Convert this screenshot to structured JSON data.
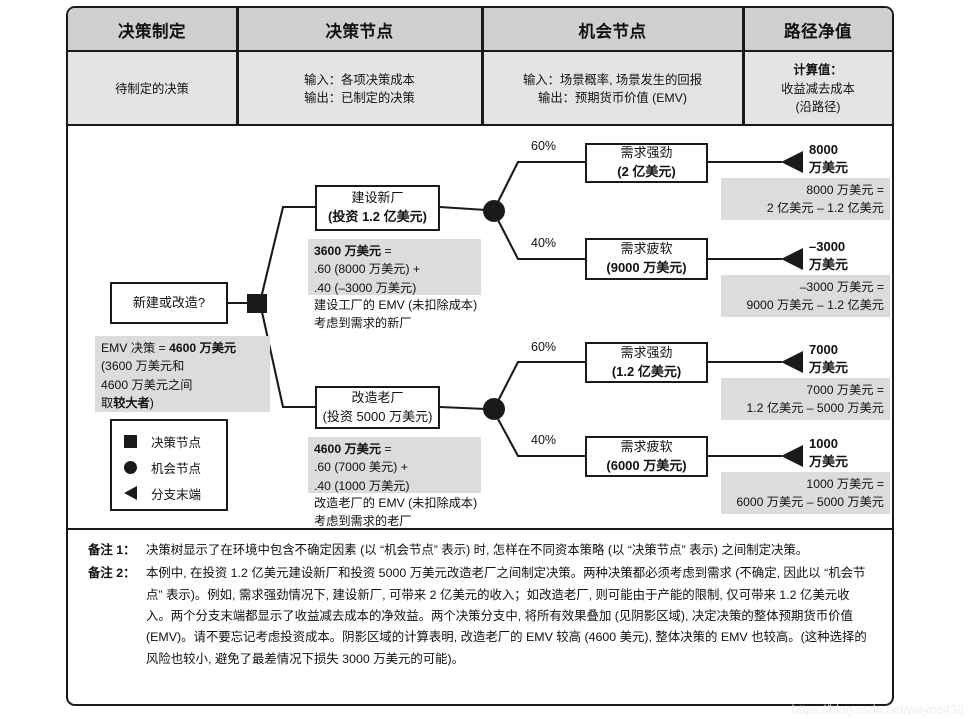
{
  "table": {
    "headers": [
      "决策制定",
      "决策节点",
      "机会节点",
      "路径净值"
    ],
    "subcells": [
      {
        "lines": [
          "待制定的决策"
        ]
      },
      {
        "lines": [
          "输入：各项决策成本",
          "输出：已制定的决策"
        ],
        "bold_prefix": [
          "输入：",
          "输出："
        ]
      },
      {
        "lines": [
          "输入：场景概率, 场景发生的回报",
          "输出：预期货币价值 (EMV)"
        ],
        "bold_prefix": [
          "输入：",
          "输出："
        ]
      },
      {
        "lines": [
          "计算值：",
          "收益减去成本",
          "(沿路径)"
        ]
      }
    ]
  },
  "tree": {
    "root": {
      "label": "新建或改造?"
    },
    "decision_branches": [
      {
        "title": "建设新厂",
        "subtitle": "(投资 1.2 亿美元)",
        "emv_bold": "3600 万美元",
        "emv_eq": " =",
        "emv_l2": ".60 (8000 万美元) +",
        "emv_l3": ".40 (–3000 万美元)",
        "note_l1": "建设工厂的 EMV (未扣除成本)",
        "note_l2": "考虑到需求的新厂"
      },
      {
        "title": "改造老厂",
        "subtitle": "(投资 5000 万美元)",
        "emv_bold": "4600 万美元",
        "emv_eq": " =",
        "emv_l2": ".60 (7000 美元) +",
        "emv_l3": ".40 (1000 万美元)",
        "note_l1": "改造老厂的 EMV (未扣除成本)",
        "note_l2": "考虑到需求的老厂"
      }
    ],
    "emv_decision": {
      "l1_pre": "EMV 决策 = ",
      "l1_bold": "4600 万美元",
      "l2": "(3600 万美元和",
      "l3": "4600 万美元之间",
      "l4_pre": "取",
      "l4_bold": "较大者",
      "l4_post": ")"
    },
    "outcomes": [
      {
        "probability": "60%",
        "title": "需求强劲",
        "subtitle": "(2 亿美元)",
        "terminal_l1": "8000",
        "terminal_l2": "万美元",
        "calc_l1": "8000 万美元 =",
        "calc_l2": "2 亿美元 – 1.2 亿美元"
      },
      {
        "probability": "40%",
        "title": "需求疲软",
        "subtitle": "(9000 万美元)",
        "terminal_l1": "–3000",
        "terminal_l2": "万美元",
        "calc_l1": "–3000 万美元 =",
        "calc_l2": "9000 万美元 – 1.2 亿美元"
      },
      {
        "probability": "60%",
        "title": "需求强劲",
        "subtitle": "(1.2 亿美元)",
        "terminal_l1": "7000",
        "terminal_l2": "万美元",
        "calc_l1": "7000 万美元 =",
        "calc_l2": "1.2 亿美元 – 5000 万美元"
      },
      {
        "probability": "40%",
        "title": "需求疲软",
        "subtitle": "(6000 万美元)",
        "terminal_l1": "1000",
        "terminal_l2": "万美元",
        "calc_l1": "1000 万美元 =",
        "calc_l2": "6000 万美元 – 5000 万美元"
      }
    ]
  },
  "legend": {
    "items": [
      {
        "glyph": "square",
        "label": "决策节点"
      },
      {
        "glyph": "circle",
        "label": "机会节点"
      },
      {
        "glyph": "triangle",
        "label": "分支末端"
      }
    ]
  },
  "notes": [
    {
      "label": "备注 1：",
      "text": "决策树显示了在环境中包含不确定因素 (以 “机会节点” 表示) 时, 怎样在不同资本策略 (以 “决策节点” 表示) 之间制定决策。"
    },
    {
      "label": "备注 2：",
      "text": "本例中, 在投资 1.2 亿美元建设新厂和投资 5000 万美元改造老厂之间制定决策。两种决策都必须考虑到需求 (不确定, 因此以 “机会节点” 表示)。例如, 需求强劲情况下, 建设新厂, 可带来 2 亿美元的收入；如改造老厂, 则可能由于产能的限制, 仅可带来 1.2 亿美元收入。两个分支末端都显示了收益减去成本的净效益。两个决策分支中, 将所有效果叠加 (见阴影区域), 决定决策的整体预期货币价值 (EMV)。请不要忘记考虑投资成本。阴影区域的计算表明, 改造老厂的 EMV 较高 (4600 美元), 整体决策的 EMV 也较高。(这种选择的风险也较小, 避免了最差情况下损失 3000 万美元的可能)。"
    }
  ],
  "watermark": "https://blog.csdn.net/wayne436"
}
